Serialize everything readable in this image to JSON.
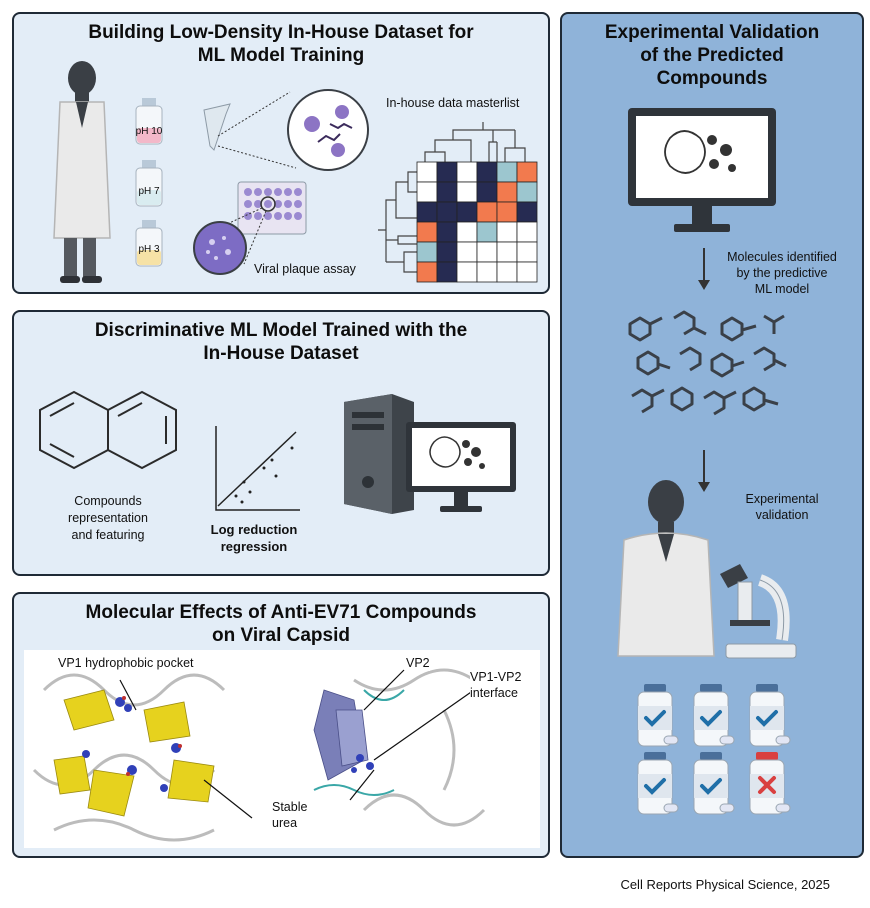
{
  "panel1": {
    "title_line1": "Building Low-Density In-House Dataset for",
    "title_line2": "ML Model Training",
    "vial_labels": [
      "pH 10",
      "pH 7",
      "pH 3"
    ],
    "masterlist_label": "In-house data masterlist",
    "plaque_label": "Viral plaque assay"
  },
  "panel2": {
    "title_line1": "Discriminative ML Model Trained with the",
    "title_line2": "In-House Dataset",
    "compounds_label_line1": "Compounds",
    "compounds_label_line2": "representation",
    "compounds_label_line3": "and featuring",
    "regression_label_line1": "Log reduction",
    "regression_label_line2": "regression"
  },
  "panel3": {
    "title_line1": "Molecular Effects of Anti-EV71 Compounds",
    "title_line2": "on Viral Capsid",
    "pocket_label": "VP1 hydrophobic pocket",
    "vp2_label": "VP2",
    "interface_label_line1": "VP1-VP2",
    "interface_label_line2": "interface",
    "urea_label_line1": "Stable",
    "urea_label_line2": "urea"
  },
  "panel4": {
    "title_line1": "Experimental Validation",
    "title_line2": "of the Predicted",
    "title_line3": "Compounds",
    "molecules_label_line1": "Molecules identified",
    "molecules_label_line2": "by the predictive",
    "molecules_label_line3": "ML model",
    "validation_label_line1": "Experimental",
    "validation_label_line2": "validation"
  },
  "citation": "Cell Reports Physical Science, 2025",
  "colors": {
    "panel_bg": "#e3edf7",
    "right_panel_bg": "#8fb3d9",
    "heatmap_navy": "#262b52",
    "heatmap_orange": "#f27a4e",
    "heatmap_teal": "#9cc6cf",
    "check_blue": "#1f6fa8",
    "cross_red": "#d94040",
    "ribbon_yellow": "#e6d21e",
    "ribbon_purple": "#7a7fb8"
  }
}
